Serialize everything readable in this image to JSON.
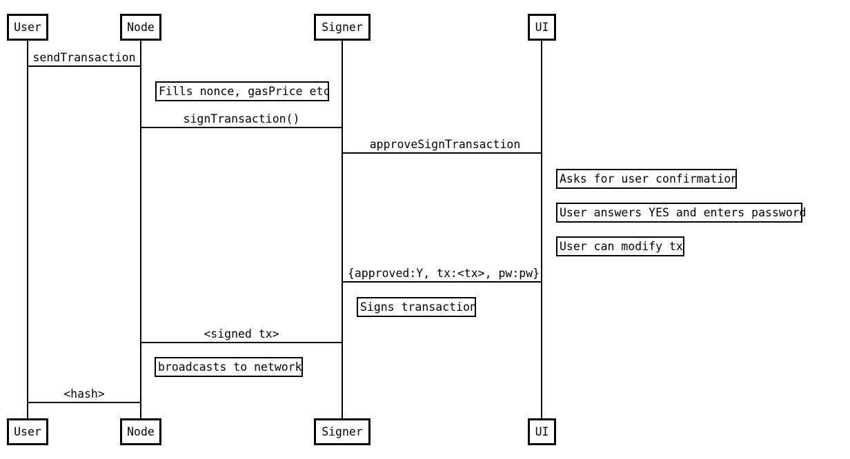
{
  "colors": {
    "background": "#ffffff",
    "line": "#000000",
    "text": "#000000"
  },
  "actors": {
    "user": {
      "label": "User"
    },
    "node": {
      "label": "Node"
    },
    "signer": {
      "label": "Signer"
    },
    "ui": {
      "label": "UI"
    }
  },
  "messages": [
    {
      "from": "User",
      "to": "Node",
      "label": "sendTransaction"
    },
    {
      "from": "Node",
      "to": "Signer",
      "label": "signTransaction()"
    },
    {
      "from": "Signer",
      "to": "UI",
      "label": "approveSignTransaction"
    },
    {
      "from": "UI",
      "to": "Signer",
      "label": "{approved:Y, tx:<tx>, pw:pw}"
    },
    {
      "from": "Signer",
      "to": "Node",
      "label": "<signed tx>"
    },
    {
      "from": "Node",
      "to": "User",
      "label": "<hash>"
    }
  ],
  "notes": [
    {
      "on": "Node",
      "label": "Fills nonce, gasPrice etc"
    },
    {
      "on": "UI",
      "label": "Asks for user confirmation"
    },
    {
      "on": "UI",
      "label": "User answers YES and enters password"
    },
    {
      "on": "UI",
      "label": "User can modify tx"
    },
    {
      "on": "Signer",
      "label": "Signs transaction"
    },
    {
      "on": "Node",
      "label": "broadcasts to network"
    }
  ]
}
